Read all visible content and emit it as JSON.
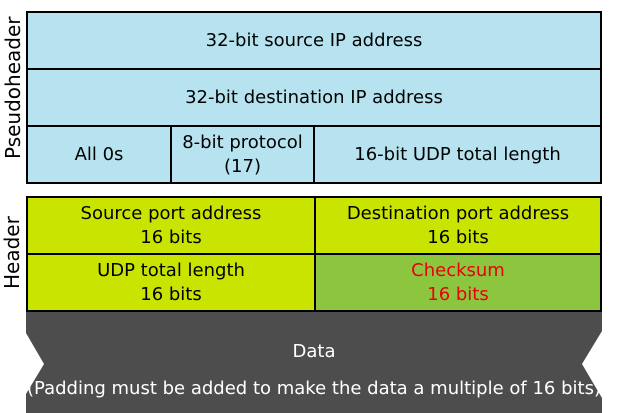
{
  "labels": {
    "pseudoheader": "Pseudoheader",
    "header": "Header"
  },
  "pseudoheader": {
    "source_ip": "32-bit source IP address",
    "dest_ip": "32-bit destination IP address",
    "zeros": "All 0s",
    "protocol_line1": "8-bit protocol",
    "protocol_line2": "(17)",
    "udp_length": "16-bit UDP total length"
  },
  "header": {
    "source_port": "Source port address",
    "source_port_bits": "16 bits",
    "dest_port": "Destination port address",
    "dest_port_bits": "16 bits",
    "total_length": "UDP total length",
    "total_length_bits": "16 bits",
    "checksum": "Checksum",
    "checksum_bits": "16 bits"
  },
  "data": {
    "title": "Data",
    "note": "(Padding must be added to make the data a multiple of 16 bits)"
  },
  "colors": {
    "pseudoheader_fill": "#b6e3ef",
    "header_fill": "#c8e400",
    "checksum_fill": "#8cc63e",
    "checksum_text": "#e8000b",
    "data_fill": "#4d4d4d"
  }
}
